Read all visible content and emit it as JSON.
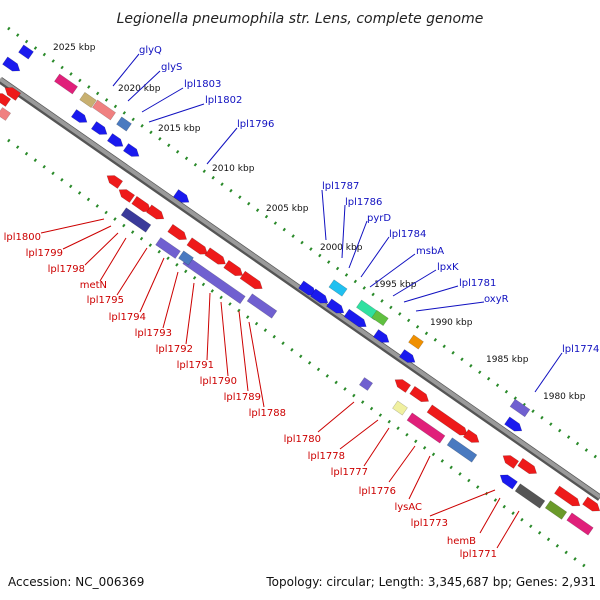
{
  "title": "Legionella pneumophila str. Lens, complete genome",
  "footer": {
    "accession": "Accession: NC_006369",
    "topology": "Topology: circular; Length: 3,345,687 bp; Genes: 2,931"
  },
  "scale_labels": [
    "2025 kbp",
    "2020 kbp",
    "2015 kbp",
    "2010 kbp",
    "2005 kbp",
    "2000 kbp",
    "1995 kbp",
    "1990 kbp",
    "1985 kbp",
    "1980 kbp"
  ],
  "top_labels": [
    "glyQ",
    "glyS",
    "lpl1803",
    "lpl1802",
    "lpl1796",
    "lpl1787",
    "lpl1786",
    "pyrD",
    "lpl1784",
    "msbA",
    "lpxK",
    "lpl1781",
    "oxyR",
    "lpl1774"
  ],
  "bottom_labels": [
    "lpl1800",
    "lpl1799",
    "lpl1798",
    "metN",
    "lpl1795",
    "lpl1794",
    "lpl1793",
    "lpl1792",
    "lpl1791",
    "lpl1790",
    "lpl1789",
    "lpl1788",
    "lpl1780",
    "lpl1778",
    "lpl1777",
    "lpl1776",
    "lysAC",
    "lpl1773",
    "hemB",
    "lpl1771"
  ],
  "colors": {
    "forward": "#1a1aee",
    "reverse": "#ee1a1a",
    "backbone": "#8a8a8a",
    "scale_dots": "#2a8a2a",
    "label_blue": "#1010c0",
    "label_red": "#cc0000"
  }
}
